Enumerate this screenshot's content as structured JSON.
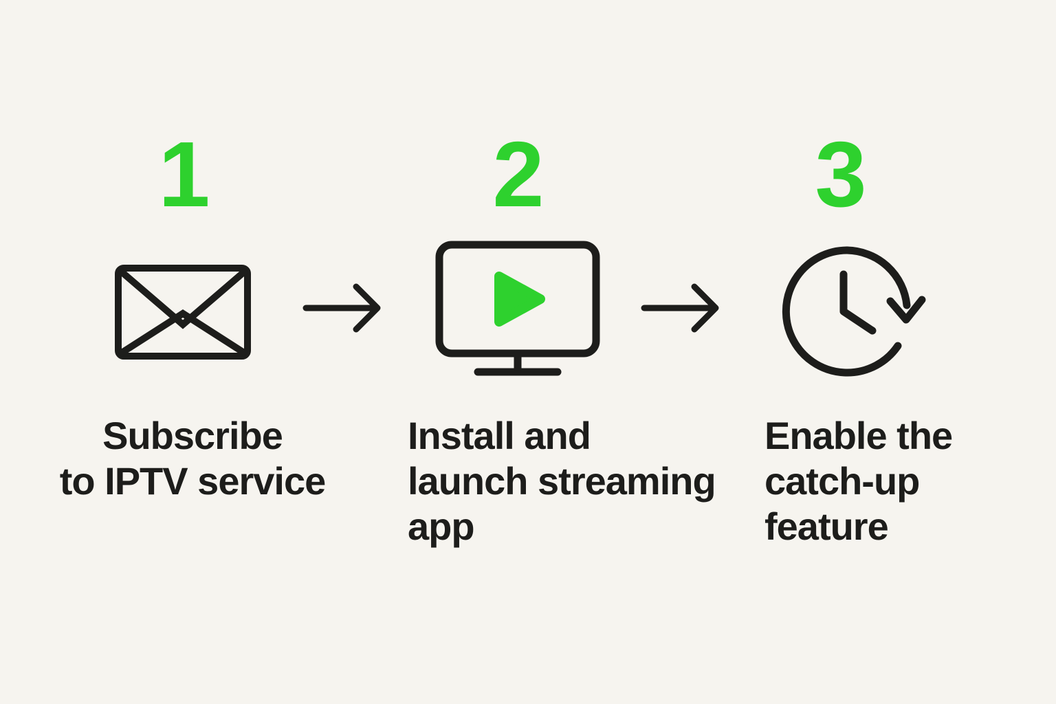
{
  "theme": {
    "background": "#f6f4ef",
    "ink": "#1d1d1b",
    "accent": "#2ed12e"
  },
  "steps": [
    {
      "number": "1",
      "icon": "envelope-icon",
      "label_lines": [
        "Subscribe",
        "to IPTV service"
      ]
    },
    {
      "number": "2",
      "icon": "tv-play-icon",
      "label_lines": [
        "Install and",
        "launch streaming",
        "app"
      ]
    },
    {
      "number": "3",
      "icon": "clock-history-icon",
      "label_lines": [
        "Enable the",
        "catch-up",
        "feature"
      ]
    }
  ],
  "connectors": [
    {
      "icon": "right-arrow-icon"
    },
    {
      "icon": "right-arrow-icon"
    }
  ]
}
